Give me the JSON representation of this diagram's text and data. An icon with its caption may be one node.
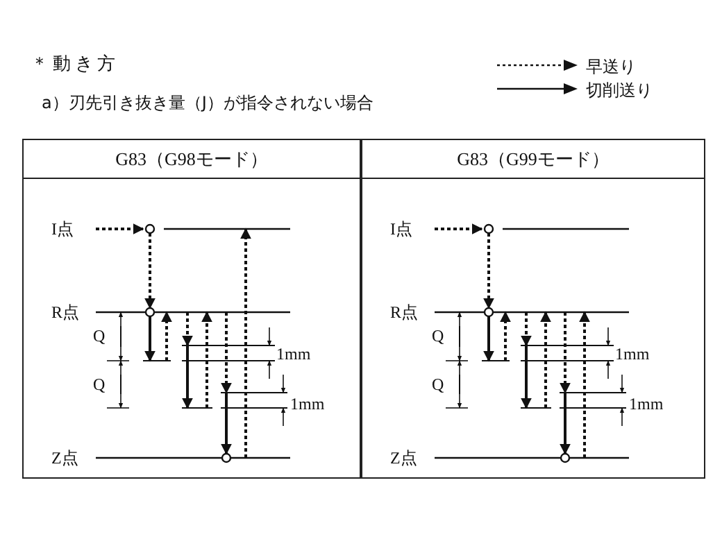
{
  "diagram": {
    "title": "＊動き方",
    "nodes": [
      {
        "text": [
          "G83（G98モード）"
        ]
      },
      {
        "text": [
          "G83（G99モード）"
        ]
      }
    ],
    "labels": [
      "a）刃先引き抜き量（J）が指令されない場合",
      "I点",
      "R点",
      "Q",
      "Q",
      "1mm",
      "1mm",
      "Z点",
      "I点",
      "R点",
      "Q",
      "Q",
      "1mm",
      "1mm",
      "Z点"
    ],
    "legend": [
      {
        "text": "早送り"
      },
      {
        "text": "切削送り"
      }
    ]
  }
}
